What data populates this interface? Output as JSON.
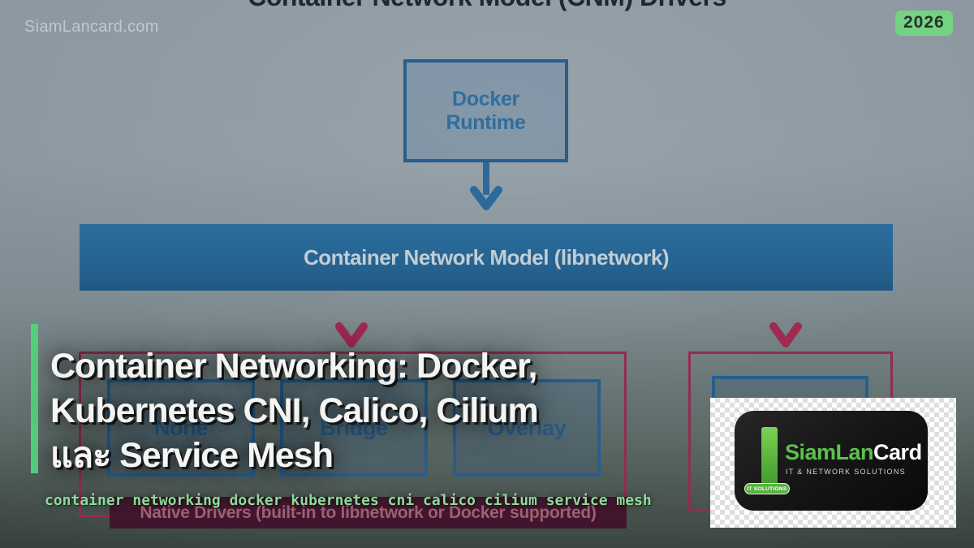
{
  "meta": {
    "title_top": "Container Network Model (CNM) Drivers",
    "watermark": "SiamLancard.com",
    "year_badge": "2026"
  },
  "diagram": {
    "runtime_box": "Docker Runtime",
    "cnm_bar": "Container Network Model (libnetwork)",
    "native_group": {
      "drivers": [
        "None",
        "Bridge",
        "Overlay"
      ],
      "caption": "Native Drivers (built-in to libnetwork or Docker supported)"
    }
  },
  "overlay": {
    "headline_lines": {
      "0": "Container Networking: Docker,",
      "1": "Kubernetes CNI, Calico, Cilium",
      "2": "และ Service Mesh"
    },
    "keywords": "container networking docker kubernetes cni calico cilium service mesh"
  },
  "logo": {
    "brand_green": "SiamLan",
    "brand_white": "Card",
    "tagline": "IT & NETWORK SOLUTIONS",
    "badge": "IT SOLUTIONS"
  },
  "colors": {
    "accent_green": "#55d17d",
    "keyword_green": "#8bdc98",
    "badge_green": "#74d383",
    "diagram_blue": "#275e8c",
    "cnm_bar_blue": "#25618e",
    "crimson": "#932c50",
    "logo_green": "#5ec04e"
  }
}
